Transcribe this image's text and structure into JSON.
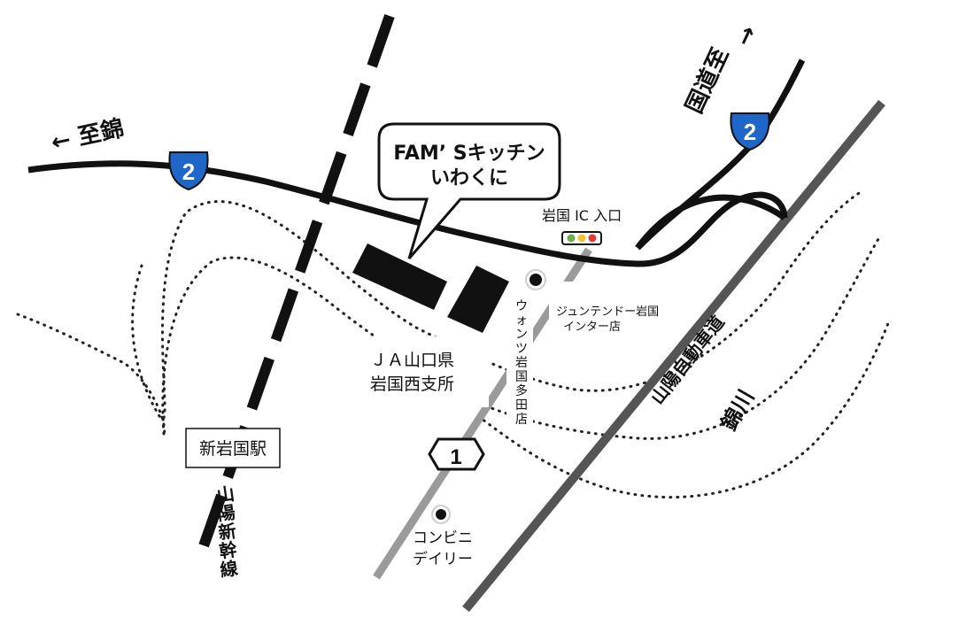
{
  "callout": {
    "line1": "FAM’ Sキッチン",
    "line2": "いわくに"
  },
  "directions": {
    "to_nishiki": "← 至錦",
    "to_kokusei": "国道至",
    "to_kokusei_arrow": "→"
  },
  "route_shields": {
    "route2_left": "2",
    "route2_right": "2",
    "route1": "1"
  },
  "ic_entrance": "岩国 IC 入口",
  "places": {
    "ja_line1": "ＪＡ山口県",
    "ja_line2": "岩国西支所",
    "station": "新岩国駅",
    "juntendo_line1": "ジュンテンドー岩国",
    "juntendo_line2": "インター店",
    "wants": [
      "ウ",
      "ォ",
      "ン",
      "ツ",
      "岩",
      "国",
      "多",
      "田",
      "店"
    ],
    "konbini_line1": "コンビニ",
    "konbini_line2": "デイリー"
  },
  "lines": {
    "shinkansen": [
      "山",
      "陽",
      "新",
      "幹",
      "線"
    ],
    "expressway": "山陽自動車道",
    "river": "錦川"
  },
  "colors": {
    "road": "#111111",
    "expressway": "#555555",
    "minor_road": "#9a9a9a",
    "signal_red": "#e53935",
    "signal_yellow": "#f4c430",
    "signal_green": "#6ab04c",
    "shield_blue": "#1e66c8"
  }
}
